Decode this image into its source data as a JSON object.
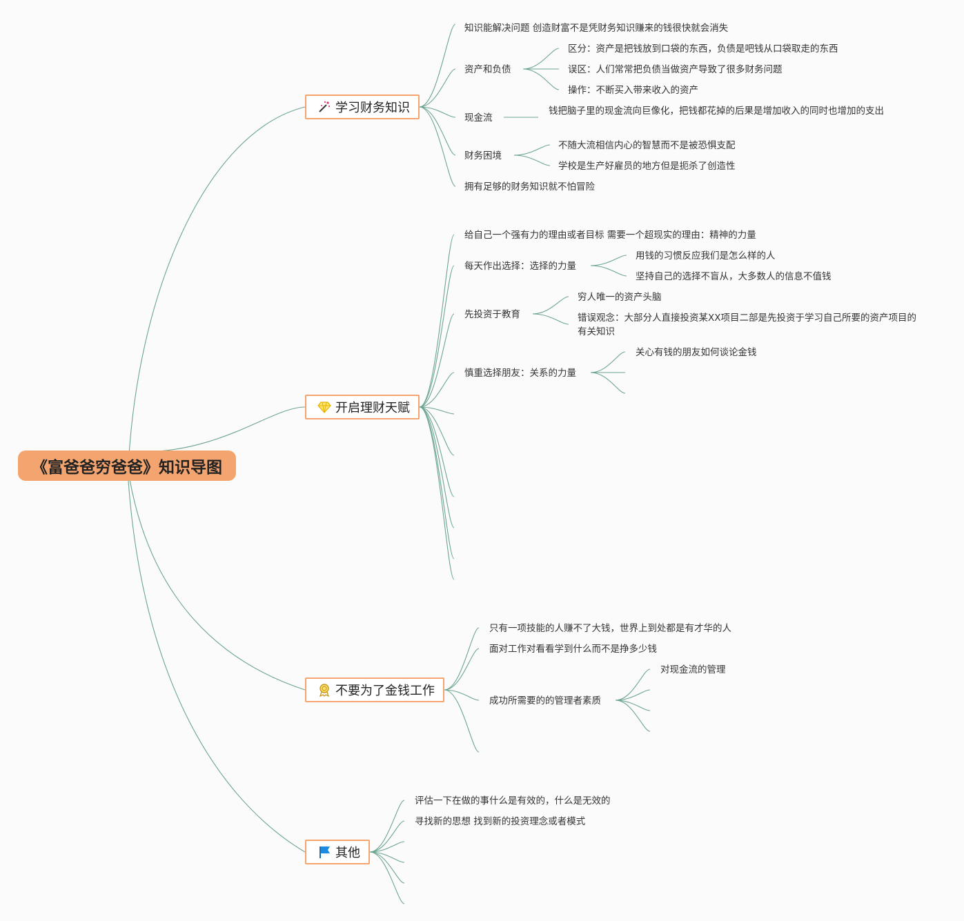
{
  "title": "《富爸爸穷爸爸》知识导图",
  "colors": {
    "branch_line": "#6ba48f",
    "topic_border": "#f4a46e",
    "root_fill": "#f4a46e",
    "background": "#fbfbfb"
  },
  "topics": [
    {
      "label": "学习财务知识",
      "icon": "magic-wand-icon",
      "children": [
        {
          "text": "知识能解决问题 创造财富不是凭财务知识赚来的钱很快就会消失"
        },
        {
          "text": "资产和负债",
          "children": [
            "区分：资产是把钱放到口袋的东西，负债是吧钱从口袋取走的东西",
            "误区：人们常常把负债当做资产导致了很多财务问题",
            "操作：不断买入带来收入的资产"
          ]
        },
        {
          "text": "现金流",
          "children": [
            "钱把脑子里的现金流向巨像化，把钱都花掉的后果是增加收入的同时也增加的支出"
          ]
        },
        {
          "text": "财务困境",
          "children": [
            "不随大流相信内心的智慧而不是被恐惧支配",
            "学校是生产好雇员的地方但是扼杀了创造性"
          ]
        },
        {
          "text": "拥有足够的财务知识就不怕冒险"
        }
      ]
    },
    {
      "label": "开启理财天赋",
      "icon": "diamond-icon",
      "children": [
        {
          "text": "给自己一个强有力的理由或者目标 需要一个超现实的理由：精神的力量"
        },
        {
          "text": "每天作出选择：选择的力量",
          "children": [
            "用钱的习惯反应我们是怎么样的人",
            "坚持自己的选择不盲从，大多数人的信息不值钱"
          ]
        },
        {
          "text": "先投资于教育",
          "children": [
            "穷人唯一的资产头脑",
            "错误观念：大部分人直接投资某XX项目二部是先投资于学习自己所要的资产项目的有关知识"
          ]
        },
        {
          "text": "慎重选择朋友：关系的力量",
          "children": [
            "关心有钱的朋友如何谈论金钱",
            "",
            ""
          ]
        },
        {
          "text": ""
        },
        {
          "text": ""
        },
        {
          "text": ""
        },
        {
          "text": ""
        },
        {
          "text": ""
        },
        {
          "text": ""
        },
        {
          "text": ""
        }
      ]
    },
    {
      "label": "不要为了金钱工作",
      "icon": "award-badge-icon",
      "children": [
        {
          "text": "只有一项技能的人赚不了大钱，世界上到处都是有才华的人"
        },
        {
          "text": "面对工作对看看学到什么而不是挣多少钱"
        },
        {
          "text": "成功所需要的的管理者素质",
          "children": [
            "对现金流的管理",
            "",
            "",
            ""
          ]
        },
        {
          "text": ""
        }
      ]
    },
    {
      "label": "其他",
      "icon": "flag-icon",
      "children": [
        {
          "text": "评估一下在做的事什么是有效的，什么是无效的"
        },
        {
          "text": "寻找新的思想 找到新的投资理念或者模式"
        },
        {
          "text": ""
        },
        {
          "text": ""
        },
        {
          "text": ""
        },
        {
          "text": ""
        }
      ]
    }
  ]
}
